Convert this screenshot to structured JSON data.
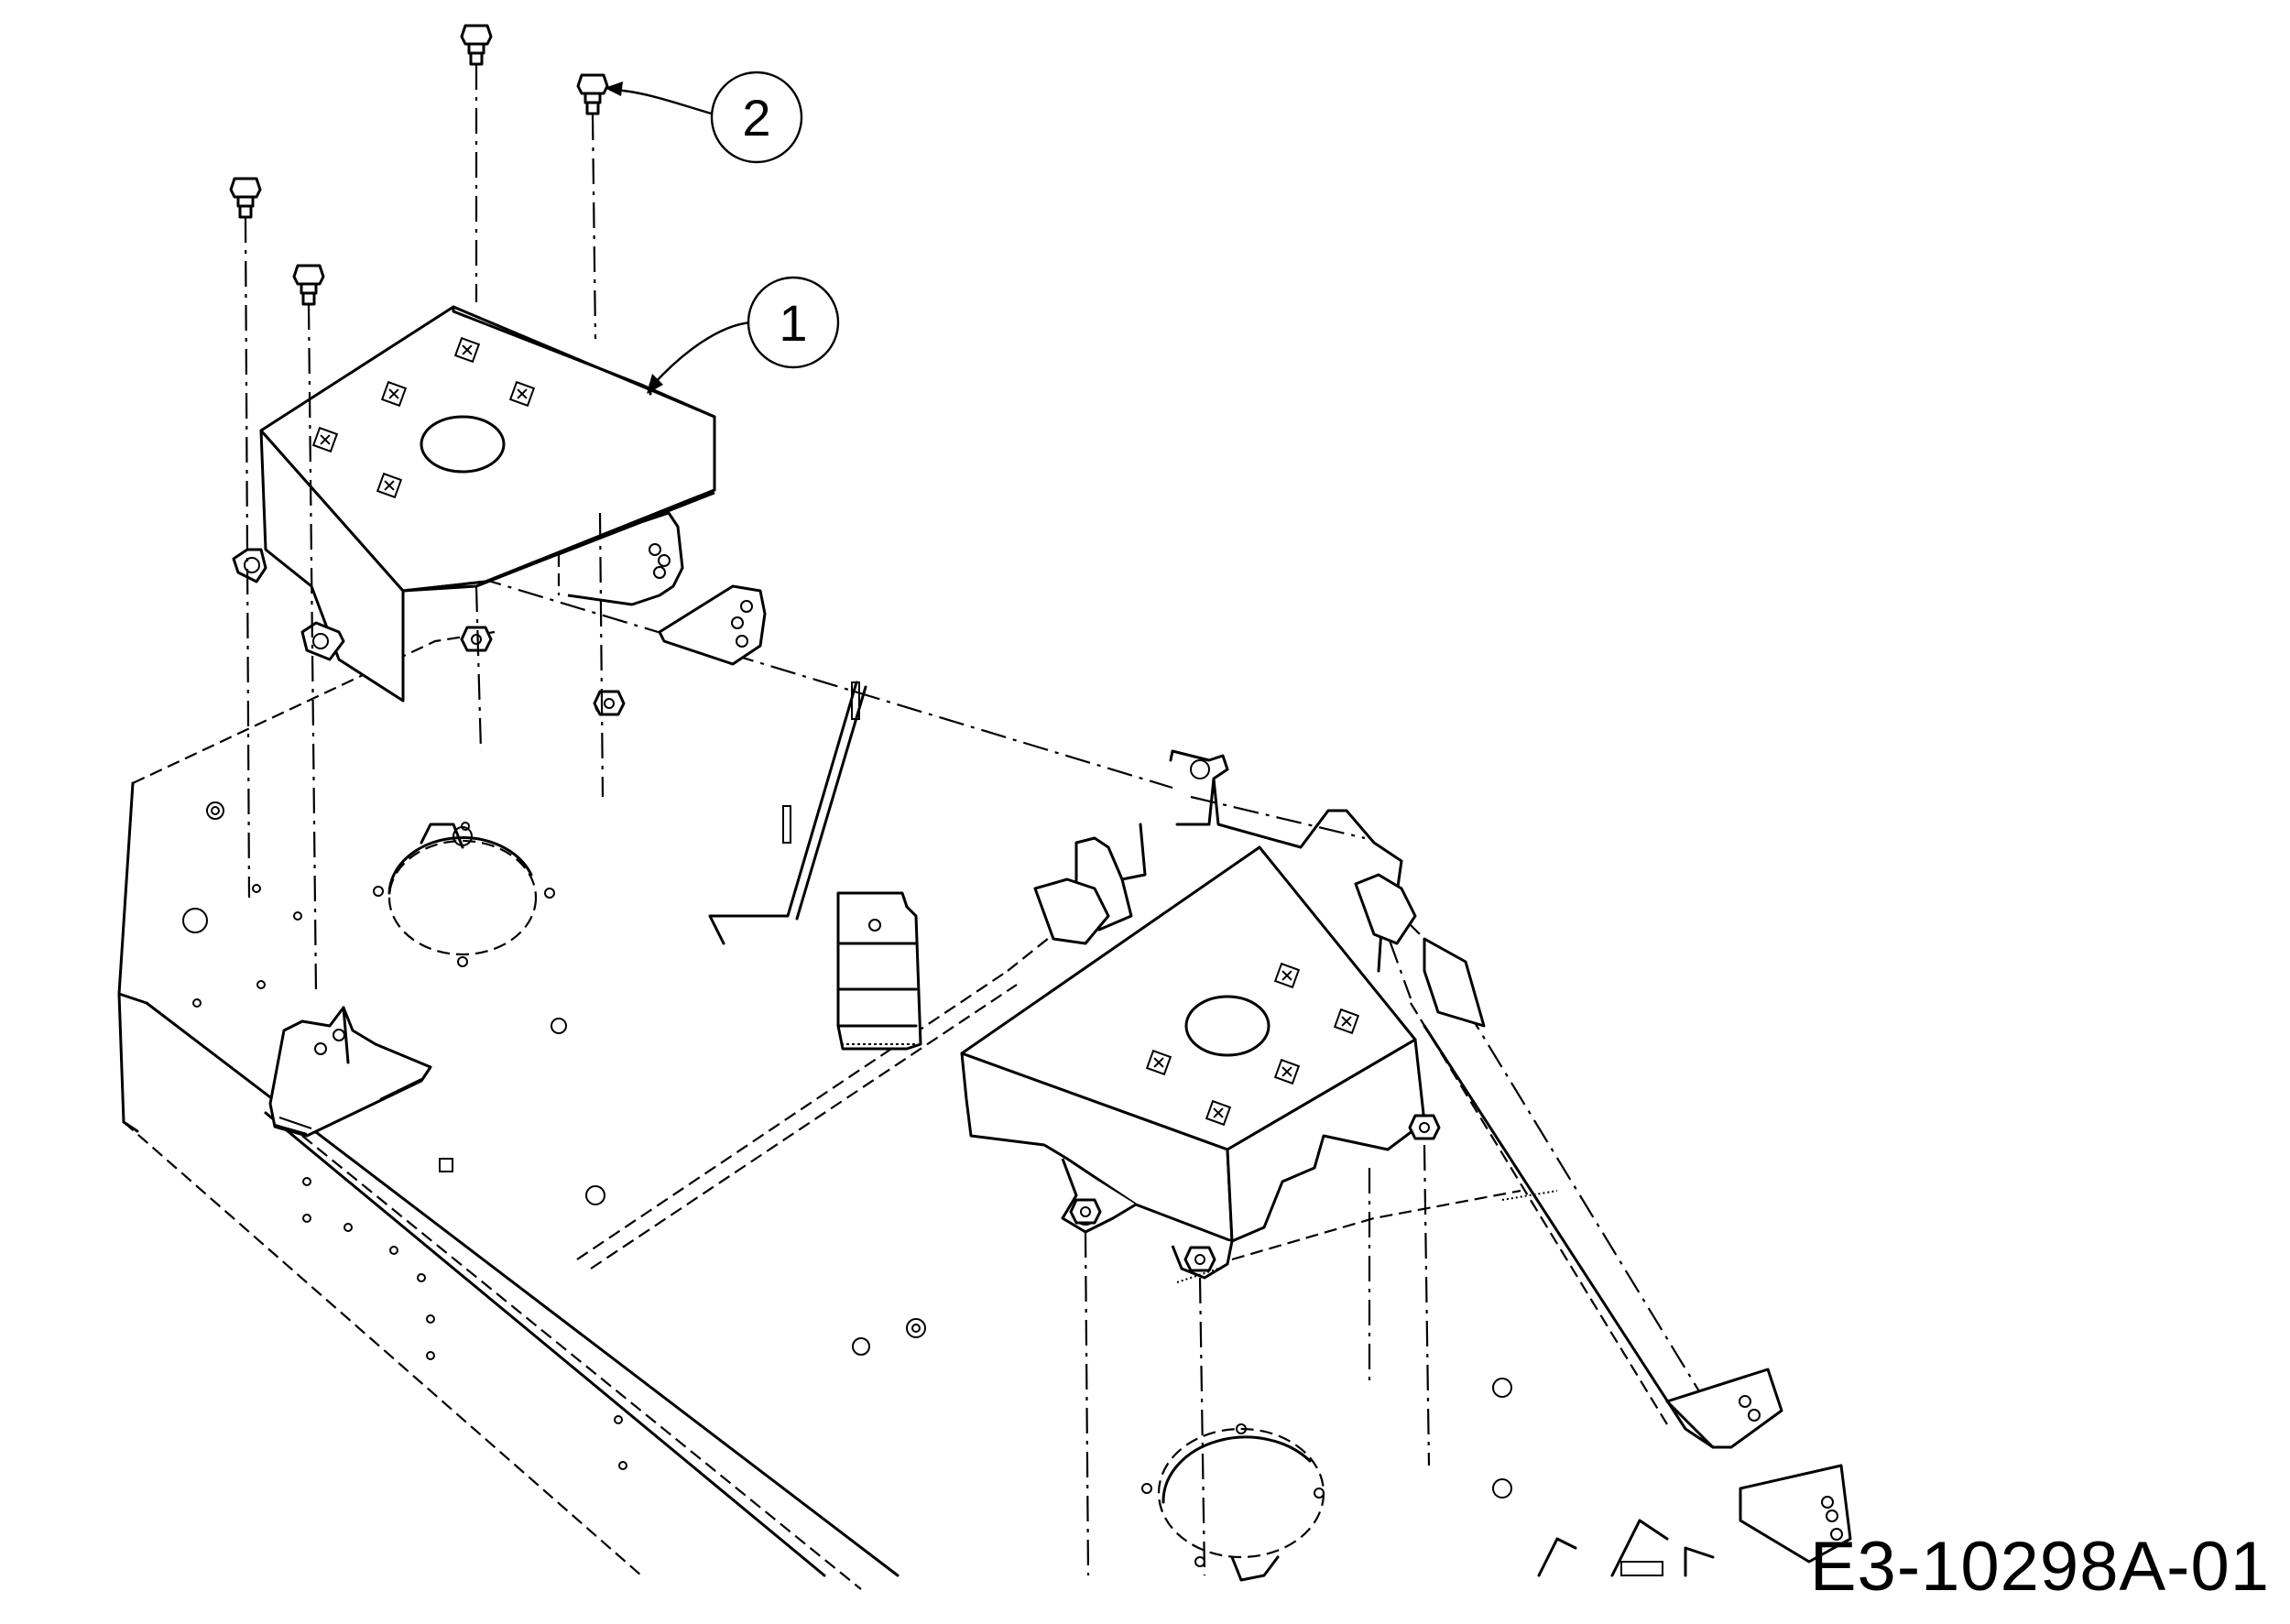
{
  "callouts": [
    {
      "label": "1"
    },
    {
      "label": "2"
    }
  ],
  "drawing_code": "E3-10298A-01",
  "colors": {
    "line": "#000000",
    "background": "#ffffff"
  }
}
